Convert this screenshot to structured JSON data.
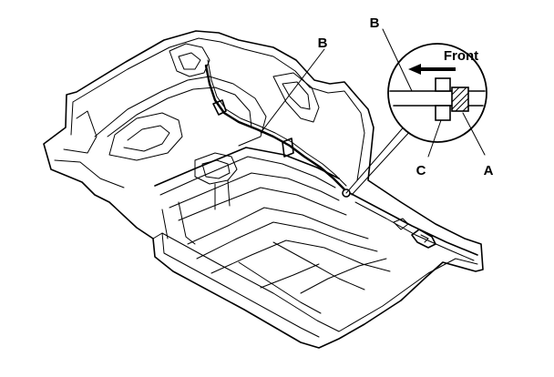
{
  "diagram": {
    "callouts": {
      "b_main": "B",
      "b_inset": "B",
      "front": "Front",
      "c": "C",
      "a": "A"
    }
  }
}
